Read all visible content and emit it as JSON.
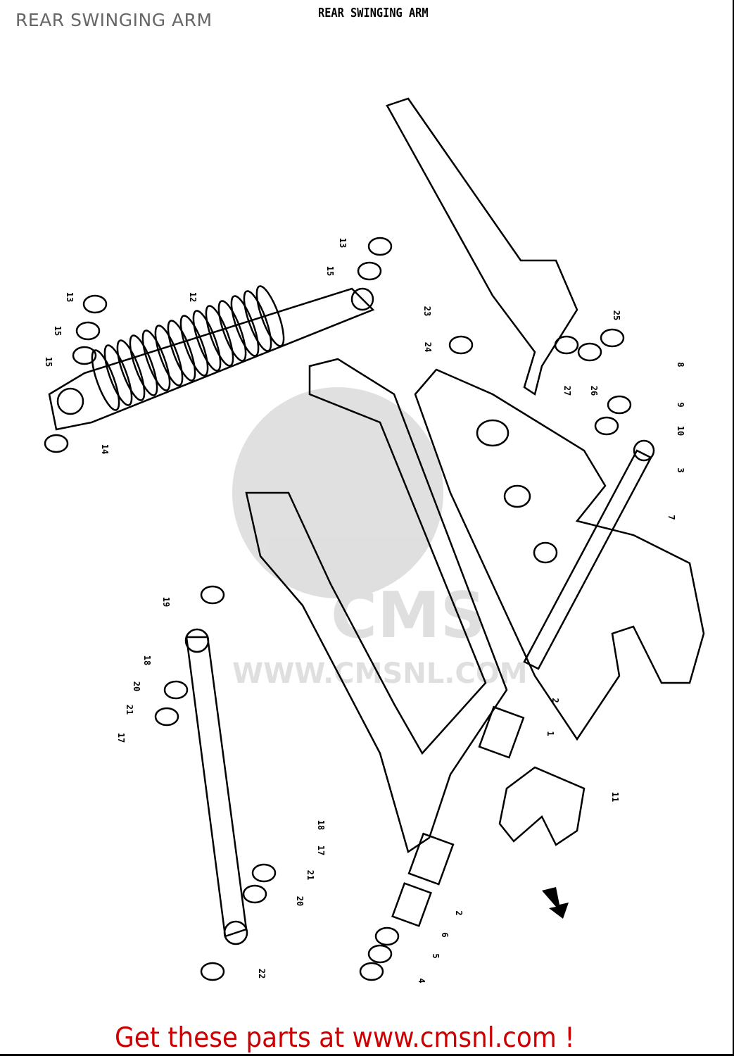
{
  "header": {
    "title": "REAR SWINGING ARM",
    "diagram_title": "REAR SWINGING ARM"
  },
  "diagram": {
    "watermark": "CMS WWW.CMSNL.COM",
    "callouts": [
      "13",
      "15",
      "12",
      "13",
      "15",
      "15",
      "14",
      "23",
      "24",
      "27",
      "26",
      "25",
      "8",
      "9",
      "10",
      "3",
      "7",
      "2",
      "1",
      "11",
      "19",
      "18",
      "20",
      "21",
      "17",
      "18",
      "17",
      "21",
      "20",
      "22",
      "2",
      "6",
      "5",
      "4"
    ]
  },
  "footer": {
    "cta_text": "Get these parts at www.cmsnl.com !"
  }
}
